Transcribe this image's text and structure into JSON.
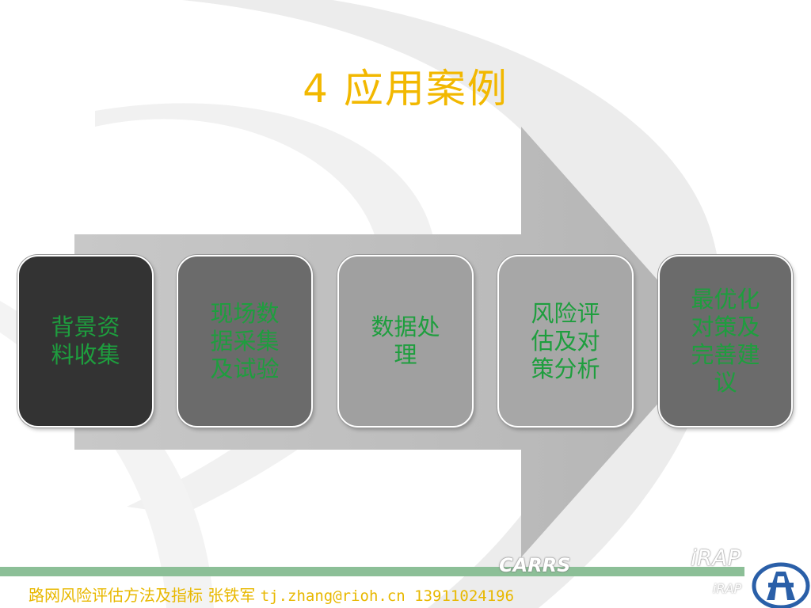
{
  "slide": {
    "title": "4 应用案例"
  },
  "steps": [
    {
      "lines": [
        "背景资",
        "料收集"
      ]
    },
    {
      "lines": [
        "现场数",
        "据采集",
        "及试验"
      ]
    },
    {
      "lines": [
        "数据处",
        "理"
      ]
    },
    {
      "lines": [
        "风险评",
        "估及对",
        "策分析"
      ]
    },
    {
      "lines": [
        "最优化",
        "对策及",
        "完善建",
        "议"
      ]
    }
  ],
  "footer": {
    "text": "路网风险评估方法及指标 张铁军 ",
    "contact": "tj.zhang@rioh.cn 13911024196"
  },
  "logos": {
    "carrs": "CARRS",
    "irap": "iRAP",
    "irap_small": "iRAP"
  },
  "colors": {
    "title": "#f2b800",
    "step_text": "#1e9e3e",
    "footer_text": "#e8b800",
    "footer_bar": "#8cbf97"
  }
}
